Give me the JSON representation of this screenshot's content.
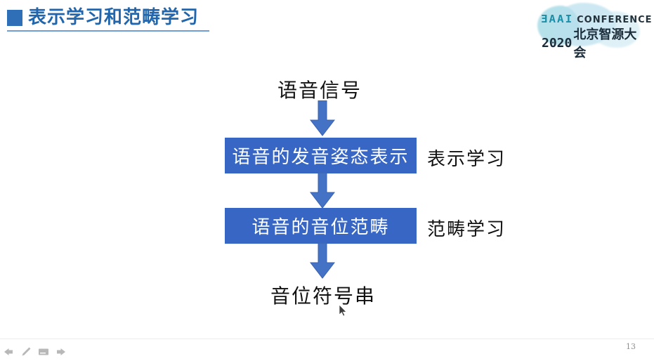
{
  "slide": {
    "title": "表示学习和范畴学习",
    "page_number": "13",
    "accent_color": "#2166ac",
    "box_color": "#3766c4",
    "arrow_color": "#4472c4",
    "text_color": "#111111"
  },
  "logo": {
    "brand": "BAAI",
    "brand_glyphs": "ƎAAI",
    "event": "CONFERENCE",
    "year": "2020",
    "event_cn": "北京智源大会",
    "blob_color": "#9fd8e4"
  },
  "flow": {
    "input": "语音信号",
    "output": "音位符号串",
    "boxes": [
      {
        "label": "语音的发音姿态表示",
        "side_label": "表示学习"
      },
      {
        "label": "语音的音位范畴",
        "side_label": "范畴学习"
      }
    ],
    "arrows": [
      {
        "name": "arrow-input-to-representation"
      },
      {
        "name": "arrow-representation-to-category"
      },
      {
        "name": "arrow-category-to-output"
      }
    ]
  },
  "toolbar": {
    "items": [
      {
        "icon": "previous-slide-icon",
        "label": "上一页"
      },
      {
        "icon": "pen-icon",
        "label": "标注"
      },
      {
        "icon": "note-icon",
        "label": "备注"
      },
      {
        "icon": "next-slide-icon",
        "label": "下一页"
      }
    ]
  }
}
